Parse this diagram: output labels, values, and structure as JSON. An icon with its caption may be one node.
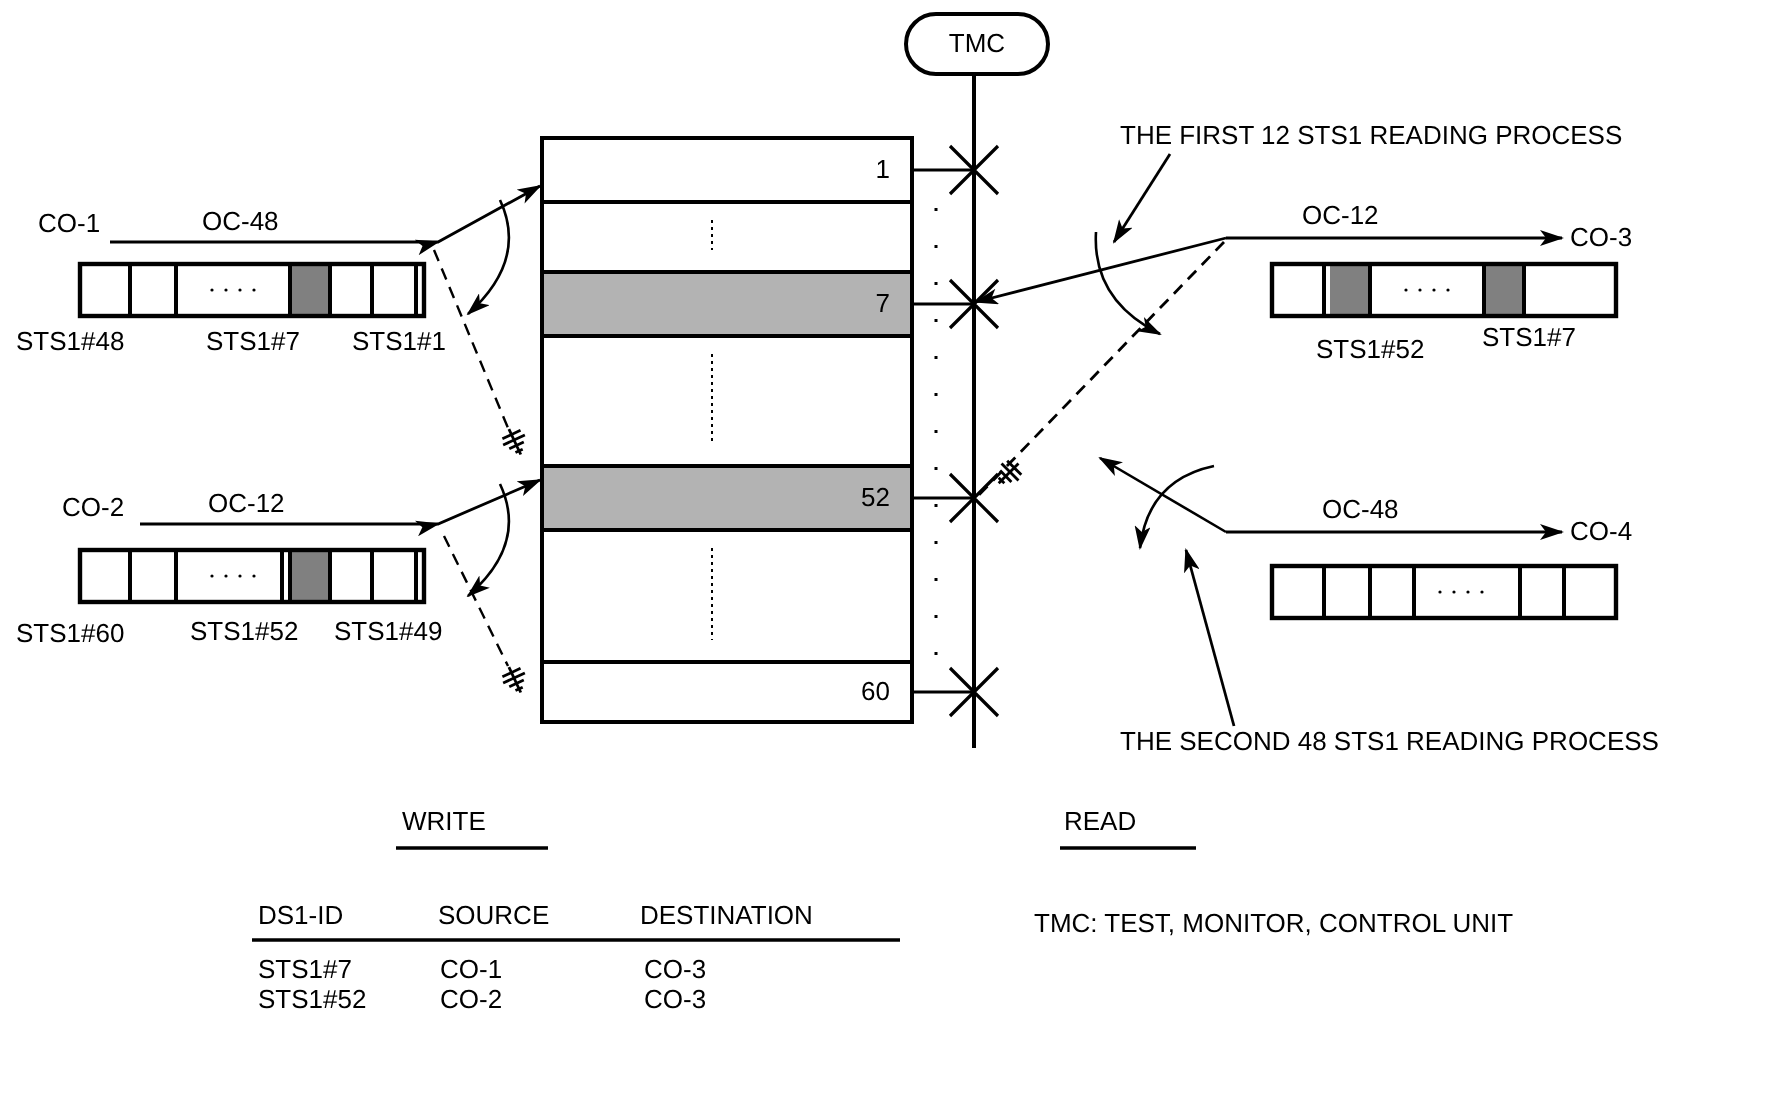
{
  "diagram": {
    "nodes": [
      {
        "text": [
          "TMC"
        ]
      },
      {
        "text": [],
        "shape": "bar"
      },
      {
        "text": [
          "1"
        ]
      },
      {
        "text": [],
        "shape": "box"
      },
      {
        "text": [
          "7"
        ]
      },
      {
        "text": [],
        "shape": "box"
      },
      {
        "text": [
          "52"
        ]
      },
      {
        "text": [],
        "shape": "box"
      },
      {
        "text": [
          "60"
        ]
      },
      {
        "text": [
          "CO-1"
        ]
      },
      {
        "text": [
          "CO-2"
        ]
      },
      {
        "text": [
          "CO-3"
        ]
      },
      {
        "text": [
          "CO-4"
        ]
      },
      {
        "text": [
          "THE FIRST 12 STS1 READING PROCESS"
        ]
      },
      {
        "text": [
          "THE SECOND 48 STS1 READING PROCESS"
        ]
      }
    ],
    "edges": [
      {
        "from": 2,
        "to": 1,
        "arrow": "none"
      },
      {
        "from": 4,
        "to": 1,
        "arrow": "none"
      },
      {
        "from": 6,
        "to": 1,
        "arrow": "none"
      },
      {
        "from": 8,
        "to": 1,
        "arrow": "none"
      },
      {
        "from": 9,
        "to": 2,
        "arrow": "to",
        "label": "OC-48"
      },
      {
        "from": 10,
        "to": 6,
        "arrow": "to",
        "label": "OC-12"
      },
      {
        "from": null,
        "to": 11,
        "arrow": "to",
        "label": "OC-12"
      },
      {
        "from": null,
        "to": 1,
        "arrow": "to"
      },
      {
        "from": null,
        "to": 1,
        "arrow": "none",
        "style": "dashed"
      },
      {
        "from": null,
        "to": 12,
        "arrow": "to",
        "label": "OC-48"
      },
      {
        "from": 13,
        "to": null,
        "arrow": "to"
      },
      {
        "from": 14,
        "to": null,
        "arrow": "to"
      }
    ],
    "labels": [
      "STS1#48",
      "STS1#7",
      "STS1#1",
      "STS1#52",
      "STS1#7",
      "STS1#60",
      "STS1#52",
      "STS1#49",
      "WRITE",
      "READ",
      "DS1-ID",
      "SOURCE",
      "DESTINATION",
      "STS1#7",
      "CO-1",
      "CO-3",
      "STS1#52",
      "CO-2",
      "CO-3",
      "TMC: TEST, MONITOR, CONTROL UNIT"
    ]
  }
}
